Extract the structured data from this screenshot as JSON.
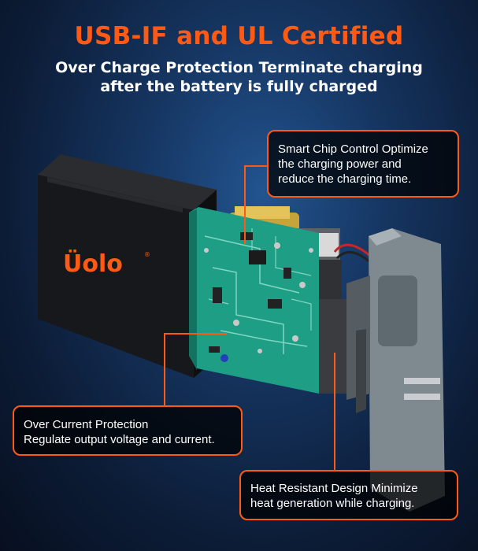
{
  "headline": "USB-IF and UL Certified",
  "subline": {
    "line1": "Over Charge Protection Terminate charging",
    "line2": "after the battery is fully charged"
  },
  "callouts": {
    "smart_chip": {
      "line1": "Smart Chip Control Optimize",
      "line2": "the charging power and",
      "line3": "reduce the charging time."
    },
    "over_current": {
      "line1": "Over Current Protection",
      "line2": "Regulate output voltage and current."
    },
    "heat_resistant": {
      "line1": "Heat Resistant Design Minimize",
      "line2": "heat generation while charging."
    }
  },
  "brand_logo": "Üolo",
  "colors": {
    "accent": "#ff5a14",
    "background": "#15345f",
    "pcb": "#1f9e86"
  }
}
